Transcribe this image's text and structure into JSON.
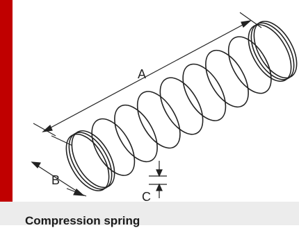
{
  "diagram": {
    "labels": {
      "a": "A",
      "b": "B",
      "c": "C"
    },
    "caption": "Compression spring"
  },
  "colors": {
    "accent": "#c00000",
    "caption_bar": "#ececec",
    "line": "#222222"
  }
}
